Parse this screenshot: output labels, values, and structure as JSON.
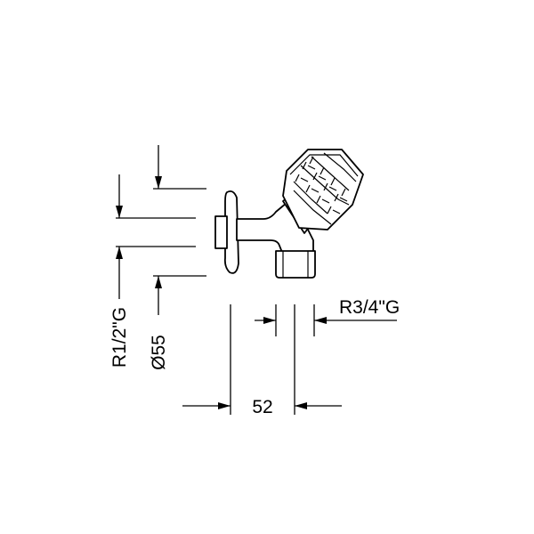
{
  "drawing": {
    "subject": "",
    "labels": {
      "inlet_thread": "R1/2\"G",
      "flange_diameter": "Ø55",
      "outlet_thread": "R3/4\"G",
      "projection": "52"
    }
  }
}
